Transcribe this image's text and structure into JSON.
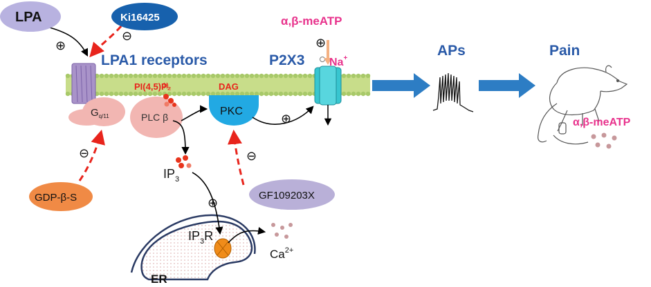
{
  "nodes": {
    "lpa": "LPA",
    "ki16425": "Ki16425",
    "lpa1": "LPA1 receptors",
    "gq": "G",
    "gq_sub": "q/11",
    "plc": "PLC β",
    "pip2": "PI(4,5)P₂",
    "dag": "DAG",
    "pkc": "PKC",
    "p2x3": "P2X3",
    "abmeatp_top": "α,β-meATP",
    "na": "Na",
    "na_sup": "+",
    "aps": "APs",
    "pain": "Pain",
    "abmeatp_right": "α,β-meATP",
    "ip3": "IP",
    "ip3_sub": "3",
    "ip3r": "IP",
    "ip3r_sub": "3",
    "ip3r_r": "R",
    "ca": "Ca",
    "ca_sup": "2+",
    "er": "ER",
    "gdp": "GDP-β-S",
    "gf": "GF109203X"
  },
  "signs": {
    "plus": "⊕",
    "minus": "⊖"
  },
  "colors": {
    "membrane": "#c8dd8a",
    "receptor": "#a993c9",
    "gq": "#f2b6b2",
    "plc": "#f2b6b2",
    "pkc": "#22a9e3",
    "p2x3": "#38c6d0",
    "ki16425": "#1761ad",
    "lpa": "#b8b2e0",
    "gdp": "#f08a45",
    "gf": "#b9b0d8",
    "label_blue": "#2a5aa8",
    "label_pink": "#e8328c",
    "inhibit": "#e8241c",
    "arrow_blue": "#2d7dc4"
  }
}
